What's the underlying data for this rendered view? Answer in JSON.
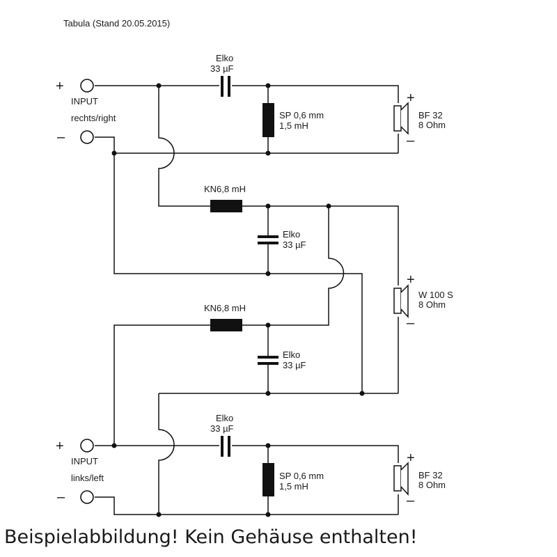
{
  "title": "Tabula (Stand 20.05.2015)",
  "caption": "Beispielabbildung! Kein Gehäuse enthalten!",
  "inputs": {
    "right": {
      "label1": "INPUT",
      "label2": "rechts/right",
      "plus": "+",
      "minus": "–"
    },
    "left": {
      "label1": "INPUT",
      "label2": "links/left",
      "plus": "+",
      "minus": "–"
    }
  },
  "components": {
    "cap_top": {
      "name": "Elko",
      "value": "33 µF"
    },
    "coil_top": {
      "name": "SP 0,6 mm",
      "value": "1,5 mH"
    },
    "kn_upper": {
      "name": "KN6,8 mH"
    },
    "cap_mid_up": {
      "name": "Elko",
      "value": "33 µF"
    },
    "kn_lower": {
      "name": "KN6,8 mH"
    },
    "cap_mid_lo": {
      "name": "Elko",
      "value": "33 µF"
    },
    "cap_bot": {
      "name": "Elko",
      "value": "33 µF"
    },
    "coil_bot": {
      "name": "SP 0,6 mm",
      "value": "1,5 mH"
    }
  },
  "speakers": {
    "top": {
      "model": "BF 32",
      "impedance": "8 Ohm",
      "plus": "+",
      "minus": "–"
    },
    "middle": {
      "model": "W 100 S",
      "impedance": "8 Ohm",
      "plus": "+",
      "minus": "–"
    },
    "bottom": {
      "model": "BF 32",
      "impedance": "8 Ohm",
      "plus": "+",
      "minus": "–"
    }
  }
}
